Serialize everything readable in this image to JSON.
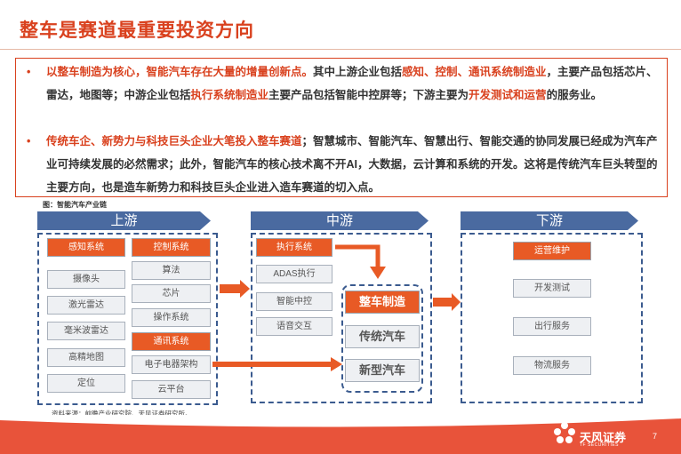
{
  "title": "整车是赛道最重要投资方向",
  "summary": {
    "bullet": "•",
    "p1": [
      {
        "t": "以整车制造为核心，智能汽车存在大量的增量创新点。",
        "red": true
      },
      {
        "t": "其中上游企业包括",
        "red": false
      },
      {
        "t": "感知、控制、通讯系统制造业",
        "red": true
      },
      {
        "t": "，主要产品包括芯片、雷达，地图等；中游企业包括",
        "red": false
      },
      {
        "t": "执行系统制造业",
        "red": true
      },
      {
        "t": "主要产品包括智能中控屏等；下游主要为",
        "red": false
      },
      {
        "t": "开发测试和运营",
        "red": true
      },
      {
        "t": "的服务业。",
        "red": false
      }
    ],
    "p2": [
      {
        "t": "传统车企、新势力与科技巨头企业大笔投入整车赛道",
        "red": true
      },
      {
        "t": "；智慧城市、智能汽车、智慧出行、智能交通的协同发展已经成为汽车产业可持续发展的必然需求；此外，智能汽车的核心技术离不开AI，大数据，云计算和系统的开发。这将是传统汽车巨头转型的主要方向，也是造车新势力和科技巨头企业进入造车赛道的切入点。",
        "red": false
      }
    ]
  },
  "figure": {
    "caption": "图：智能汽车产业链",
    "stages": {
      "upstream": "上游",
      "midstream": "中游",
      "downstream": "下游"
    },
    "upstream": {
      "sensing_header": "感知系统",
      "sensing_items": [
        "摄像头",
        "激光雷达",
        "毫米波雷达",
        "高精地图",
        "定位"
      ],
      "control_header": "控制系统",
      "control_items": [
        "算法",
        "芯片",
        "操作系统"
      ],
      "comm_header": "通讯系统",
      "comm_items": [
        "电子电器架构",
        "云平台"
      ]
    },
    "midstream": {
      "exec_header": "执行系统",
      "exec_items": [
        "ADAS执行",
        "智能中控",
        "语音交互"
      ],
      "vehicle_header": "整车制造",
      "vehicle_items": [
        "传统汽车",
        "新型汽车"
      ]
    },
    "downstream": {
      "header": "运营维护",
      "items": [
        "开发测试",
        "出行服务",
        "物流服务"
      ]
    },
    "source": "资料来源：前瞻产业研究院、天风证券研究所。"
  },
  "footer": {
    "brand": "天风证券",
    "brand_en": "TF SECURITIES",
    "page": "7"
  },
  "colors": {
    "accent": "#d9411e",
    "orange": "#e85a25",
    "chevron": "#4a6aa0",
    "dash": "#3b5b8f"
  }
}
